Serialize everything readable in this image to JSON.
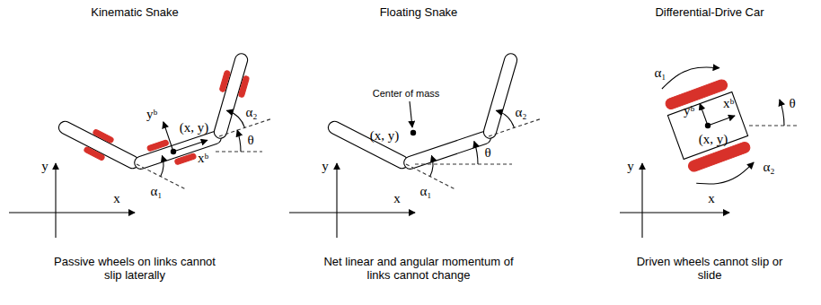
{
  "diagram": {
    "labels": [
      "Kinematic Snake",
      "y",
      "x",
      "yᵇ",
      "(x, y)",
      "xᵇ",
      "α₁",
      "α₂",
      "θ",
      "Passive wheels on links cannot slip laterally",
      "Floating Snake",
      "Center of mass",
      "(x, y)",
      "y",
      "x",
      "α₂",
      "θ",
      "α₁",
      "Net linear and angular momentum of links cannot change",
      "Differential-Drive Car",
      "α₁",
      "θ",
      "y",
      "yᵇ",
      "xᵇ",
      "(x, y)",
      "x",
      "α₂",
      "Driven wheels cannot slip or slide"
    ]
  }
}
